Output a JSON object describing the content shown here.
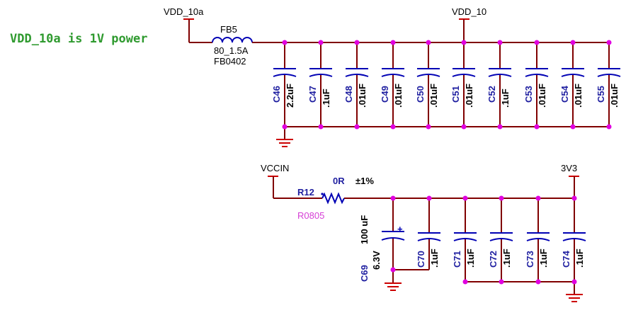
{
  "note": "VDD_10a is 1V power",
  "nets": {
    "vdd10a": "VDD_10a",
    "vdd10": "VDD_10",
    "vccin": "VCCIN",
    "v3v3": "3V3"
  },
  "fb5": {
    "ref": "FB5",
    "value": "80_1.5A",
    "footprint": "FB0402"
  },
  "r12": {
    "ref": "R12",
    "value": "0R",
    "tolerance": "±1%",
    "footprint": "R0805"
  },
  "top_caps": [
    {
      "ref": "C46",
      "value": "2.2uF"
    },
    {
      "ref": "C47",
      "value": ".1uF"
    },
    {
      "ref": "C48",
      "value": ".01uF"
    },
    {
      "ref": "C49",
      "value": ".01uF"
    },
    {
      "ref": "C50",
      "value": ".01uF"
    },
    {
      "ref": "C51",
      "value": ".01uF"
    },
    {
      "ref": "C52",
      "value": ".1uF"
    },
    {
      "ref": "C53",
      "value": ".01uF"
    },
    {
      "ref": "C54",
      "value": ".01uF"
    },
    {
      "ref": "C55",
      "value": ".01uF"
    }
  ],
  "c69": {
    "ref": "C69",
    "value": "100 uF",
    "voltage": "6.3V",
    "polarity": "+"
  },
  "bottom_caps": [
    {
      "ref": "C70",
      "value": ".1uF"
    },
    {
      "ref": "C71",
      "value": ".1uF"
    },
    {
      "ref": "C72",
      "value": ".1uF"
    },
    {
      "ref": "C73",
      "value": ".1uF"
    },
    {
      "ref": "C74",
      "value": ".1uF"
    }
  ],
  "colors": {
    "wire": "#800000",
    "component": "#0000b4",
    "junction": "#e000e0",
    "power": "#cc0000",
    "note": "#2f9a2f",
    "footprint": "#d63fd6"
  }
}
